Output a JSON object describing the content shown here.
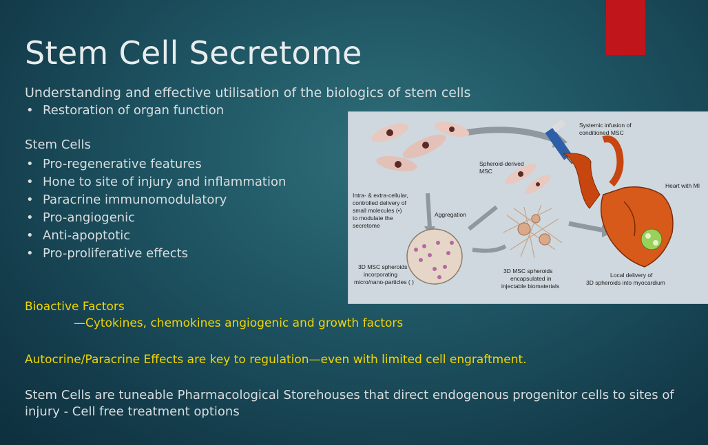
{
  "title": "Stem Cell Secretome",
  "subtitle": "Understanding and effective utilisation of the biologics of stem cells",
  "section1": {
    "bullets": [
      "Restoration of organ function"
    ]
  },
  "section2": {
    "heading": "Stem Cells",
    "bullets": [
      "Pro-regenerative features",
      "Hone to site of injury and inflammation",
      "Paracrine immunomodulatory",
      "Pro-angiogenic",
      "Anti-apoptotic",
      "Pro-proliferative effects"
    ]
  },
  "figure": {
    "labels": {
      "systemic": [
        "Systemic infusion of",
        "conditioned MSC"
      ],
      "spheroid_derived": [
        "Spheroid-derived",
        "MSC"
      ],
      "heart": "Heart with MI",
      "intra": [
        "Intra- & extra-cellular,",
        "controlled delivery of",
        "small molecules (•)",
        "to modulate the",
        "secretome"
      ],
      "aggregation": "Aggregation",
      "spheroids_particles": [
        "3D MSC spheroids",
        "incorporating",
        "micro/nano-particles ( )"
      ],
      "spheroids_encapsulated": [
        "3D MSC spheroids",
        "encapsulated in",
        "injectable biomaterials"
      ],
      "local_delivery": [
        "Local delivery of",
        "3D spheroids into myocardium"
      ]
    }
  },
  "bioactive": {
    "heading": "Bioactive Factors",
    "detail": "—Cytokines, chemokines angiogenic and growth factors"
  },
  "autocrine": "Autocrine/Paracrine Effects are key to regulation—even with limited cell engraftment.",
  "bottom_text": "Stem Cells are tuneable Pharmacological Storehouses that direct endogenous progenitor cells to sites of injury - Cell free treatment options",
  "colors": {
    "accent": "#c0161b",
    "highlight": "#f2d600",
    "background": "#1f5563"
  }
}
